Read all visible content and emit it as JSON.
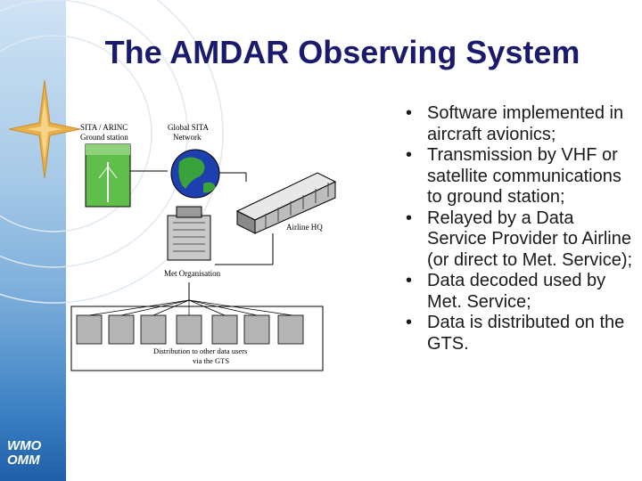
{
  "slide": {
    "title": "The AMDAR Observing System",
    "logo": "WMO OMM"
  },
  "diagram": {
    "ground_station_label_1": "SITA / ARINC",
    "ground_station_label_2": "Ground station",
    "network_label_1": "Global SITA",
    "network_label_2": "Network",
    "airline_label": "Airline HQ",
    "met_label": "Met Organisation",
    "distribution_label_1": "Distribution to other data users",
    "distribution_label_2": "via the GTS"
  },
  "bullets": [
    "Software implemented in aircraft avionics;",
    "Transmission by VHF or satellite communications to ground station;",
    "Relayed by a Data Service Provider to Airline (or direct to Met. Service);",
    "Data decoded used by Met. Service;",
    "Data is distributed on the GTS."
  ],
  "colors": {
    "title": "#1b1b6e",
    "strip_dark": "#1f5fa8",
    "star": "#e8b04a",
    "globe_sea": "#1e3fae",
    "globe_land": "#3aa23a",
    "ground_station_bg": "#5fbf4a"
  }
}
